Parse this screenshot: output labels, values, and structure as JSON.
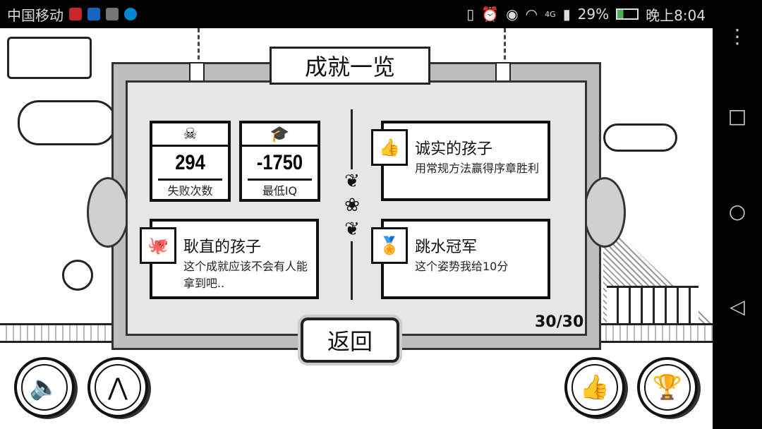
{
  "status_bar": {
    "carrier": "中国移动",
    "battery": "29%",
    "network": "4G",
    "time": "晚上8:04",
    "notification_colors": [
      "#c62828",
      "#1565c0",
      "#757575",
      "#0288d1"
    ]
  },
  "panel": {
    "title": "成就一览",
    "counter": "30/30",
    "back_label": "返回"
  },
  "stats": [
    {
      "icon": "skull-crossbones-icon",
      "glyph": "☠",
      "value": "294",
      "label": "失败次数"
    },
    {
      "icon": "graduation-cap-icon",
      "glyph": "🎓",
      "value": "-1750",
      "label": "最低IQ"
    }
  ],
  "achievements": [
    {
      "icon": "thumbs-up-icon",
      "glyph": "👍",
      "title": "诚实的孩子",
      "desc": "用常规方法赢得序章胜利"
    },
    {
      "icon": "octopus-icon",
      "glyph": "🐙",
      "title": "耿直的孩子",
      "desc": "这个成就应该不会有人能拿到吧.."
    },
    {
      "icon": "medal-icon",
      "glyph": "🏅",
      "title": "跳水冠军",
      "desc": "这个姿势我给10分"
    }
  ],
  "nav_glyphs": {
    "menu": "⋮",
    "recent": "□",
    "home": "○",
    "back": "◁"
  }
}
